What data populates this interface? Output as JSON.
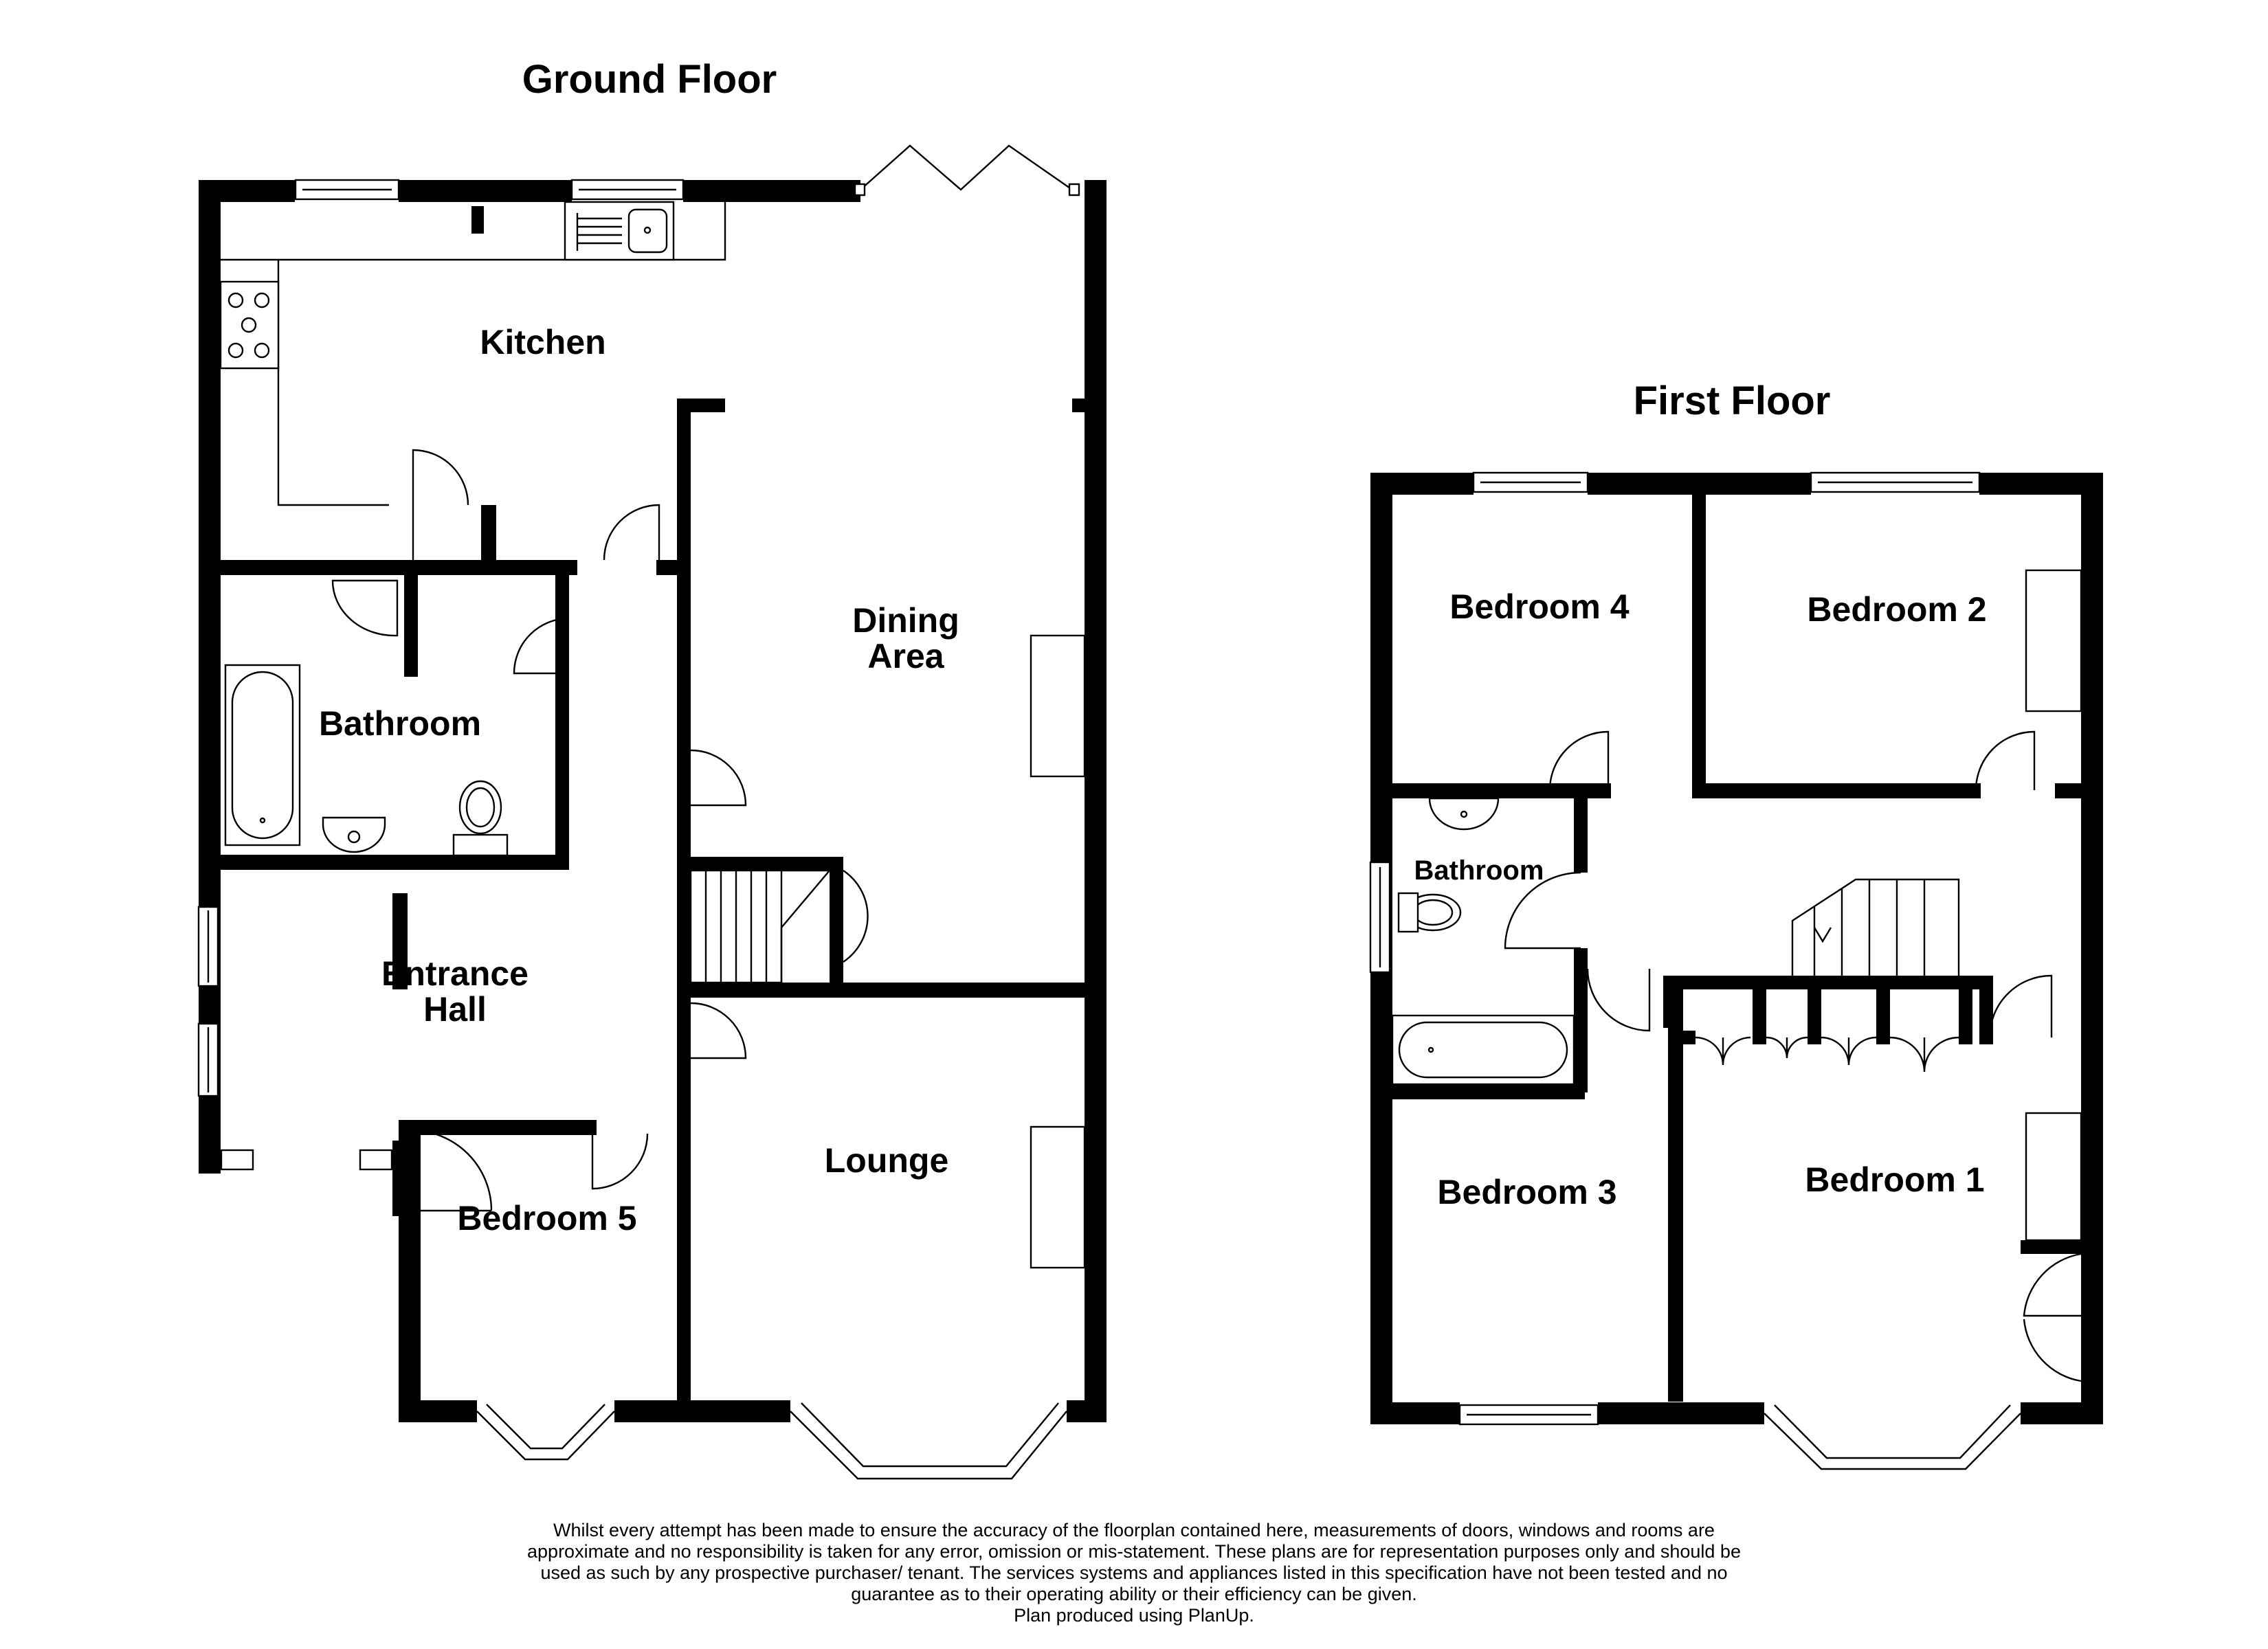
{
  "titles": {
    "ground_floor": "Ground Floor",
    "first_floor": "First Floor"
  },
  "ground_rooms": {
    "kitchen": "Kitchen",
    "dining_1": "Dining",
    "dining_2": "Area",
    "bathroom": "Bathroom",
    "entrance_1": "Entrance",
    "entrance_2": "Hall",
    "lounge": "Lounge",
    "bedroom5": "Bedroom 5"
  },
  "first_rooms": {
    "bedroom4": "Bedroom 4",
    "bedroom2": "Bedroom 2",
    "bathroom": "Bathroom",
    "bedroom3": "Bedroom 3",
    "bedroom1": "Bedroom 1"
  },
  "disclaimer": {
    "line1": "Whilst every attempt has been made to ensure the accuracy of the floorplan contained here, measurements of doors, windows and rooms are",
    "line2": "approximate and no responsibility is taken for any error, omission or mis-statement. These plans are for representation purposes only and should be",
    "line3": "used as such by any prospective purchaser/ tenant. The services systems and appliances listed in this specification have not been tested and no",
    "line4": "guarantee as to their operating ability or their efficiency can be given.",
    "line5": "Plan produced using PlanUp."
  }
}
